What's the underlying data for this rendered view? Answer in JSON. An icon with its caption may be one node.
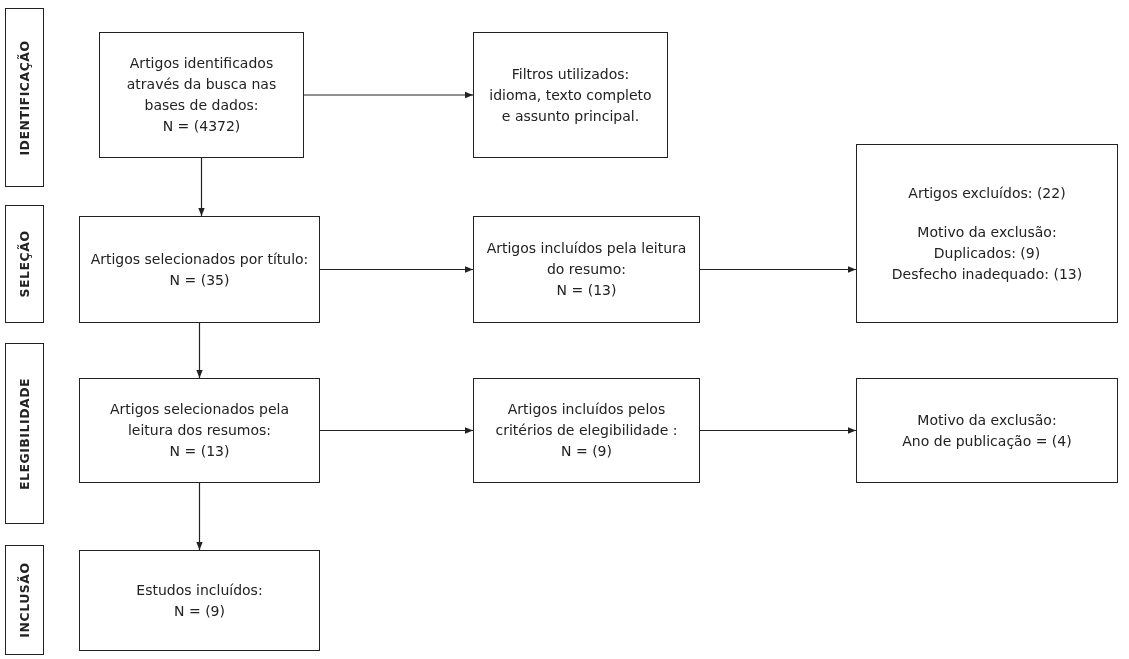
{
  "diagram": {
    "nodes": [
      {
        "text": [
          "IDENTIFICAÇÃO"
        ]
      },
      {
        "text": [
          "Artigos identificados através da busca nas bases de dados:",
          "N = (4372)"
        ]
      },
      {
        "text": [
          "Filtros utilizados: idioma, texto completo e assunto principal."
        ]
      },
      {
        "text": [
          "SELEÇÃO"
        ]
      },
      {
        "text": [
          "Artigos selecionados por título:",
          "N = (35)"
        ]
      },
      {
        "text": [
          "Artigos incluídos pela leitura do resumo:",
          "N = (13)"
        ]
      },
      {
        "text": [
          "Artigos excluídos: (22)",
          "Motivo da exclusão:",
          "Duplicados: (9)",
          "Desfecho inadequado: (13)"
        ]
      },
      {
        "text": [
          "ELEGIBILIDADE"
        ]
      },
      {
        "text": [
          "Artigos selecionados pela leitura dos resumos:",
          "N = (13)"
        ]
      },
      {
        "text": [
          "Artigos incluídos pelos critérios de elegibilidade :",
          "N = (9)"
        ]
      },
      {
        "text": [
          "Motivo da exclusão:",
          "Ano de publicação = (4)"
        ]
      },
      {
        "text": [
          "INCLUSÃO"
        ]
      },
      {
        "text": [
          "Estudos incluídos:",
          "N = (9)"
        ]
      }
    ],
    "edges": [
      {
        "from": 1,
        "to": 2,
        "arrow": "to"
      },
      {
        "from": 1,
        "to": 4,
        "arrow": "to"
      },
      {
        "from": 4,
        "to": 5,
        "arrow": "to"
      },
      {
        "from": 5,
        "to": 6,
        "arrow": "to"
      },
      {
        "from": 4,
        "to": 8,
        "arrow": "to"
      },
      {
        "from": 8,
        "to": 9,
        "arrow": "to"
      },
      {
        "from": 9,
        "to": 10,
        "arrow": "to"
      },
      {
        "from": 8,
        "to": 12,
        "arrow": "to"
      }
    ]
  }
}
